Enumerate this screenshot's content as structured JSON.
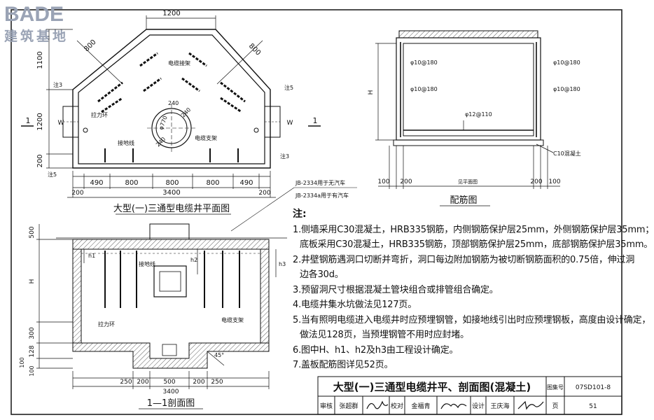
{
  "logo": {
    "brand": "BADE",
    "sub": "建筑基地"
  },
  "plan": {
    "caption": "大型(一)三通型电缆井平面图",
    "labels": {
      "cable_tray_top": "电缆接架",
      "pull_ring": "拉力环",
      "ground_wire": "接地线",
      "cable_support": "电缆支架",
      "note3a": "注3",
      "note3b": "注3",
      "note5a": "注5",
      "note5b": "注5",
      "hole_dia": "φ770",
      "d240a": "240",
      "d240b": "240",
      "d240c": "240",
      "section_mark_l": "1",
      "section_mark_r": "1"
    },
    "dims": {
      "top": "1200",
      "diag_l": "800",
      "diag_r": "800",
      "v_1100": "1100",
      "v_1200": "1200",
      "v_200": "200",
      "b_200a": "200",
      "b_490a": "490",
      "b_800a": "800",
      "b_800b": "800",
      "b_800c": "800",
      "b_490b": "490",
      "b_200b": "200",
      "total": "3400",
      "w_l": "W",
      "w_r": "W"
    }
  },
  "rebar": {
    "caption": "配筋图",
    "labels": {
      "r1": "φ10@180",
      "r2": "φ10@180",
      "r3": "φ10@180",
      "r4": "φ10@180",
      "r5": "φ12@110",
      "conc": "C10混凝土",
      "floor": "见平面图",
      "h": "H"
    },
    "dims": {
      "l100": "100",
      "l200": "200",
      "r200": "200",
      "r100": "100"
    }
  },
  "jb": {
    "a": "JB-2334用于无汽车",
    "b": "JB-2334a用于有汽车"
  },
  "section": {
    "caption": "1—1剖面图",
    "labels": {
      "ground_wire": "接地线",
      "pull_ring": "拉力环",
      "cable_support": "电缆支架",
      "h1": "h1",
      "h2": "h2",
      "h3": "h3",
      "angle": "45°",
      "h": "H"
    },
    "dims": {
      "v500": "500",
      "v300": "300",
      "v128": "128",
      "v100a": "100",
      "v100b": "100",
      "b250a": "250",
      "b200a": "200",
      "b500": "500",
      "b200b": "200",
      "b250b": "250",
      "total": "3400"
    }
  },
  "notes": {
    "title": "注:",
    "items": [
      "1.侧墙采用C30混凝土，HRB335钢筋，内侧钢筋保护层25mm，外侧钢筋保护层35mm；",
      "底板采用C30混凝土，HRB335钢筋，顶部钢筋保护层25mm，底部钢筋保护层35mm。",
      "2.井壁钢筋遇洞口切断并弯折，洞口每边附加钢筋为被切断钢筋面积的0.75倍，伸过洞",
      "边各30d。",
      "3.预留洞尺寸根据混凝土管块组合或排管组合确定。",
      "4.电缆井集水坑做法见127页。",
      "5.当有照明电缆进入电缆井时应预埋钢管，如接地线引出时应预埋钢板，高度由设计确定，",
      "做法见128页，当预埋钢管不用时应封堵。",
      "6.图中H、h1、h2及h3由工程设计确定。",
      "7.盖板配筋图详见52页。"
    ]
  },
  "titleblock": {
    "title": "大型(一)三通型电缆井平、剖面图(混凝土)",
    "atlas_label": "图集号",
    "atlas_no": "07SD101-8",
    "review_label": "审核",
    "reviewer": "张超群",
    "check_label": "校对",
    "checker": "金福青",
    "design_label": "设计",
    "designer": "王庆海",
    "page_label": "页",
    "page_no": "51"
  }
}
